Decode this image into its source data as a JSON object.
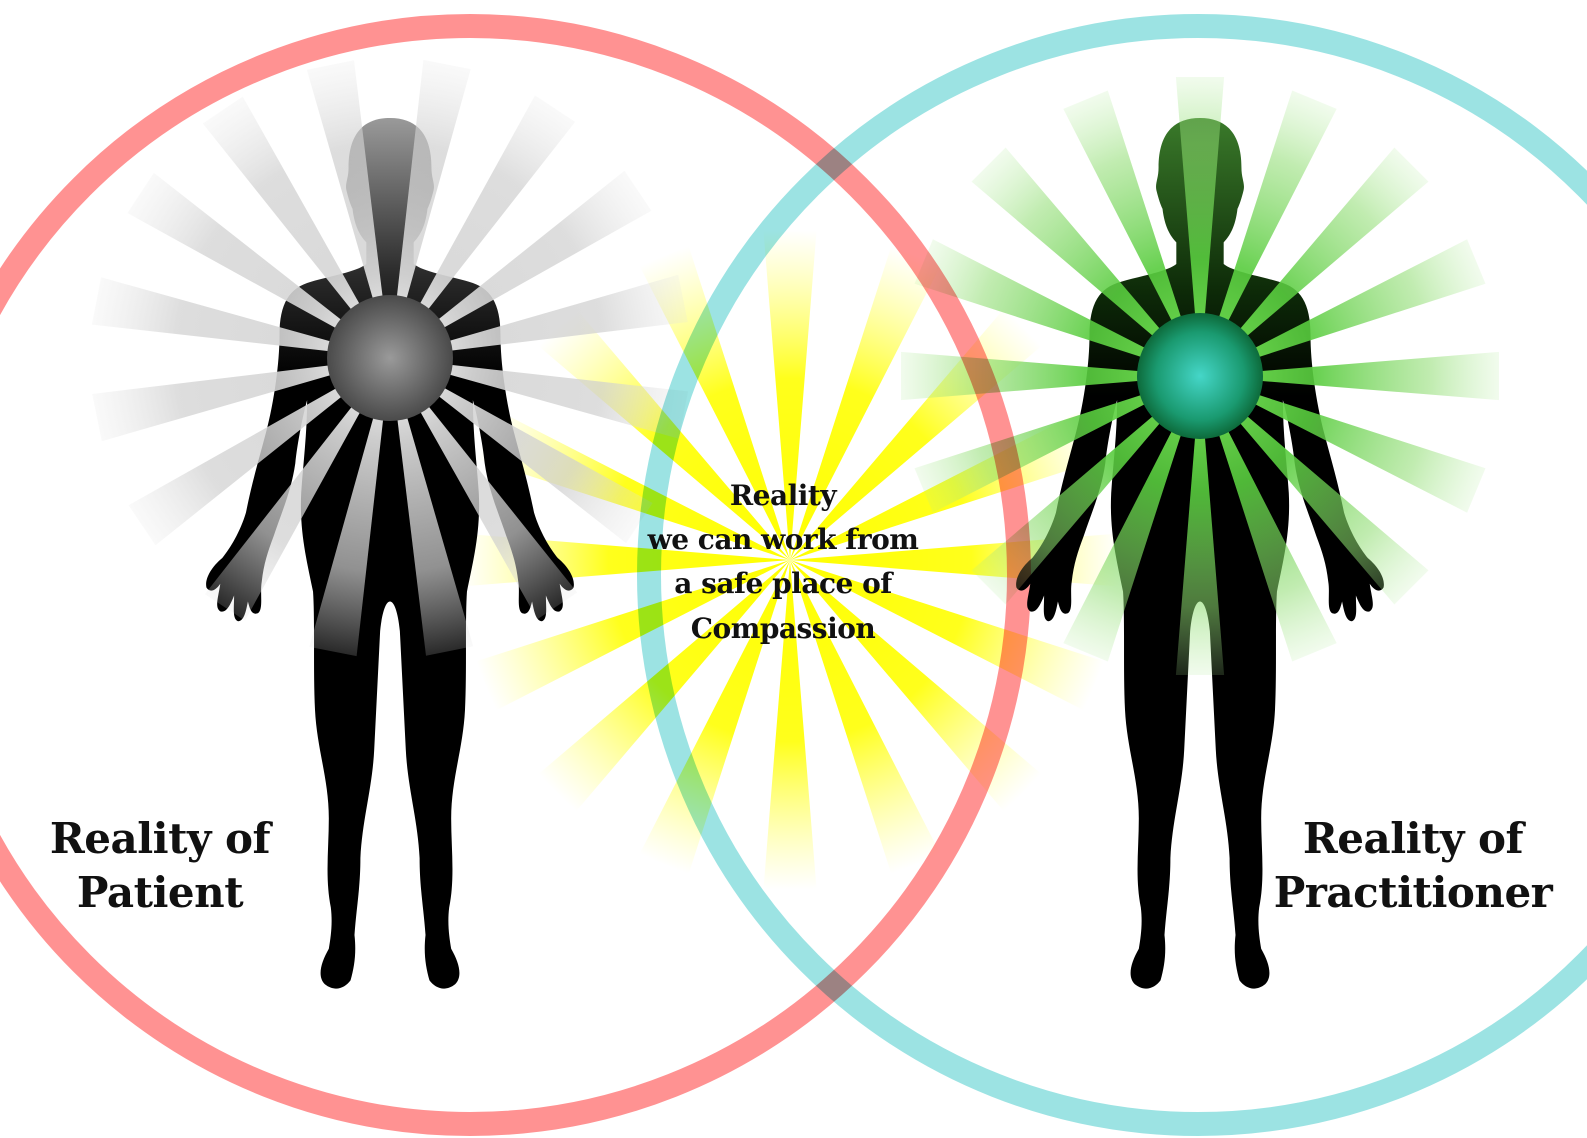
{
  "labels": {
    "patient": [
      "Reality of",
      "Patient"
    ],
    "practitioner": [
      "Reality of",
      "Practitioner"
    ],
    "center": [
      "Reality",
      "we can work from",
      "a safe place of",
      "Compassion"
    ]
  },
  "colors": {
    "patient_circle": "#ff8c8c",
    "practitioner_circle": "#97e2e2",
    "overlap_burst": "#ffff00",
    "patient_core": "#7a7a7a",
    "patient_rays": "#bdbdbd",
    "practitioner_core": "#2fbf9a",
    "practitioner_rays": "#5ed64a",
    "silhouette": "#000000"
  }
}
